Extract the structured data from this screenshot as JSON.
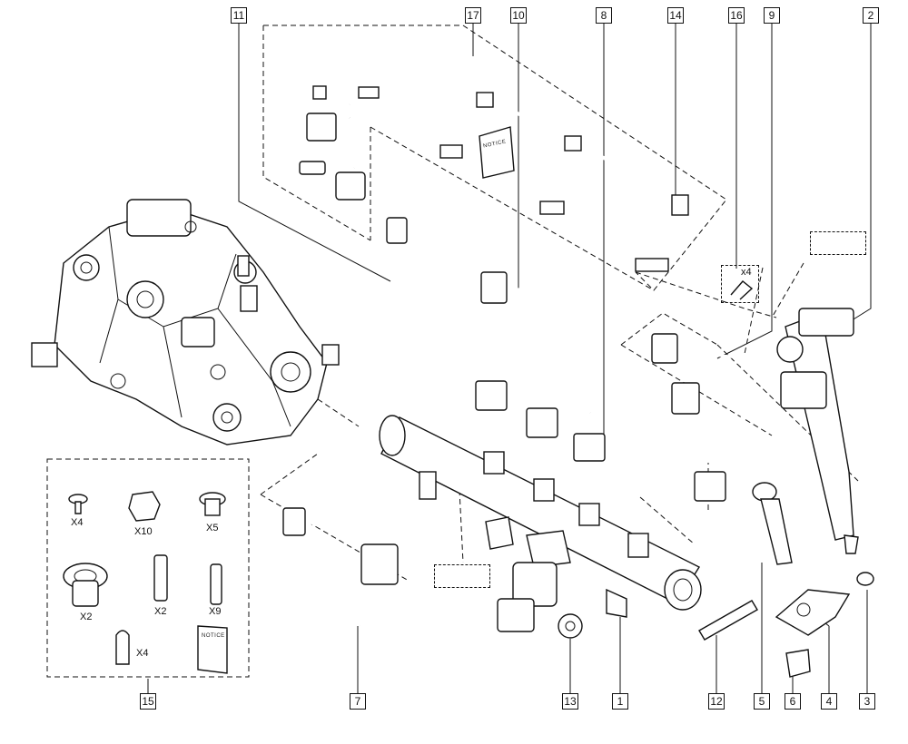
{
  "callouts": [
    {
      "id": "c11",
      "label": "11"
    },
    {
      "id": "c17",
      "label": "17"
    },
    {
      "id": "c10",
      "label": "10"
    },
    {
      "id": "c8",
      "label": "8"
    },
    {
      "id": "c14",
      "label": "14"
    },
    {
      "id": "c16",
      "label": "16"
    },
    {
      "id": "c9",
      "label": "9"
    },
    {
      "id": "c2",
      "label": "2"
    },
    {
      "id": "c15",
      "label": "15"
    },
    {
      "id": "c7",
      "label": "7"
    },
    {
      "id": "c13",
      "label": "13"
    },
    {
      "id": "c1",
      "label": "1"
    },
    {
      "id": "c12",
      "label": "12"
    },
    {
      "id": "c5",
      "label": "5"
    },
    {
      "id": "c6",
      "label": "6"
    },
    {
      "id": "c4",
      "label": "4"
    },
    {
      "id": "c3",
      "label": "3"
    }
  ],
  "kit": {
    "quantities": [
      "X4",
      "X10",
      "X5",
      "X2",
      "X2",
      "X9",
      "X4"
    ]
  },
  "clip_quantity": "x4",
  "booklet_text": "NOTICE"
}
